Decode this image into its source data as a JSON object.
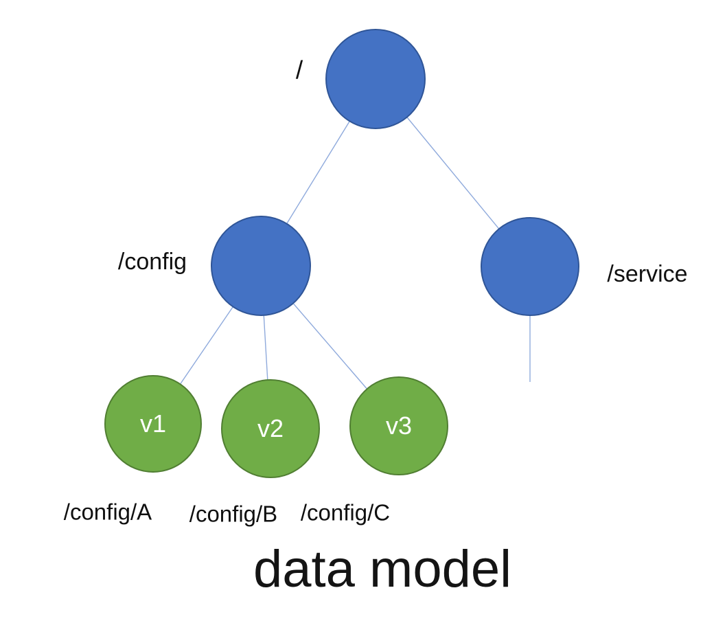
{
  "diagram": {
    "title": "data model",
    "root": {
      "label": "/"
    },
    "config": {
      "label": "/config"
    },
    "service": {
      "label": "/service"
    },
    "versions": [
      {
        "node_text": "v1",
        "path": "/config/A"
      },
      {
        "node_text": "v2",
        "path": "/config/B"
      },
      {
        "node_text": "v3",
        "path": "/config/C"
      }
    ],
    "edges": [
      {
        "from": "root",
        "to": "config"
      },
      {
        "from": "root",
        "to": "service"
      },
      {
        "from": "config",
        "to": "v1"
      },
      {
        "from": "config",
        "to": "v2"
      },
      {
        "from": "config",
        "to": "v3"
      },
      {
        "from": "service",
        "to": "unshown-child"
      }
    ],
    "colors": {
      "blue_fill": "#4472C4",
      "blue_border": "#2F5597",
      "green_fill": "#70AD47",
      "green_border": "#507E32",
      "edge": "#8FAADC"
    }
  }
}
